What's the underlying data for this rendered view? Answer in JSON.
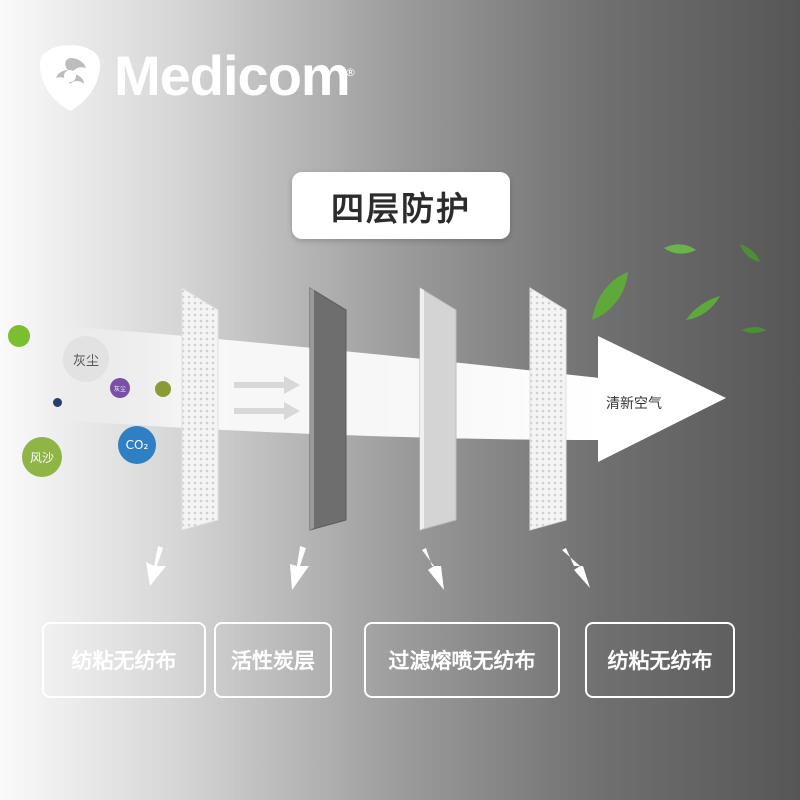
{
  "brand": {
    "name": "Medicom",
    "registered_mark": "®",
    "logo_icon": "medicom-shield-logo-icon"
  },
  "title": "四层防护",
  "particles": {
    "dust": "灰尘",
    "dust_small": "灰尘",
    "co2": "CO₂",
    "sand": "风沙"
  },
  "flow": {
    "output_label": "清新空气",
    "arrow_icon": "right-arrow-icon",
    "leaf_icon": "leaf-icon"
  },
  "layers": [
    {
      "label": "纺粘无纺布"
    },
    {
      "label": "活性炭层"
    },
    {
      "label": "过滤熔喷无纺布"
    },
    {
      "label": "纺粘无纺布"
    }
  ],
  "colors": {
    "arrow": "#ffffff",
    "carbon_layer": "#6e6e6e",
    "melt_layer": "#d4d4d4",
    "particle_green": "#7bbf2f",
    "particle_blue": "#2f7fc4",
    "particle_purple": "#7a4fa8",
    "leaf_green": "#5ea93a"
  }
}
